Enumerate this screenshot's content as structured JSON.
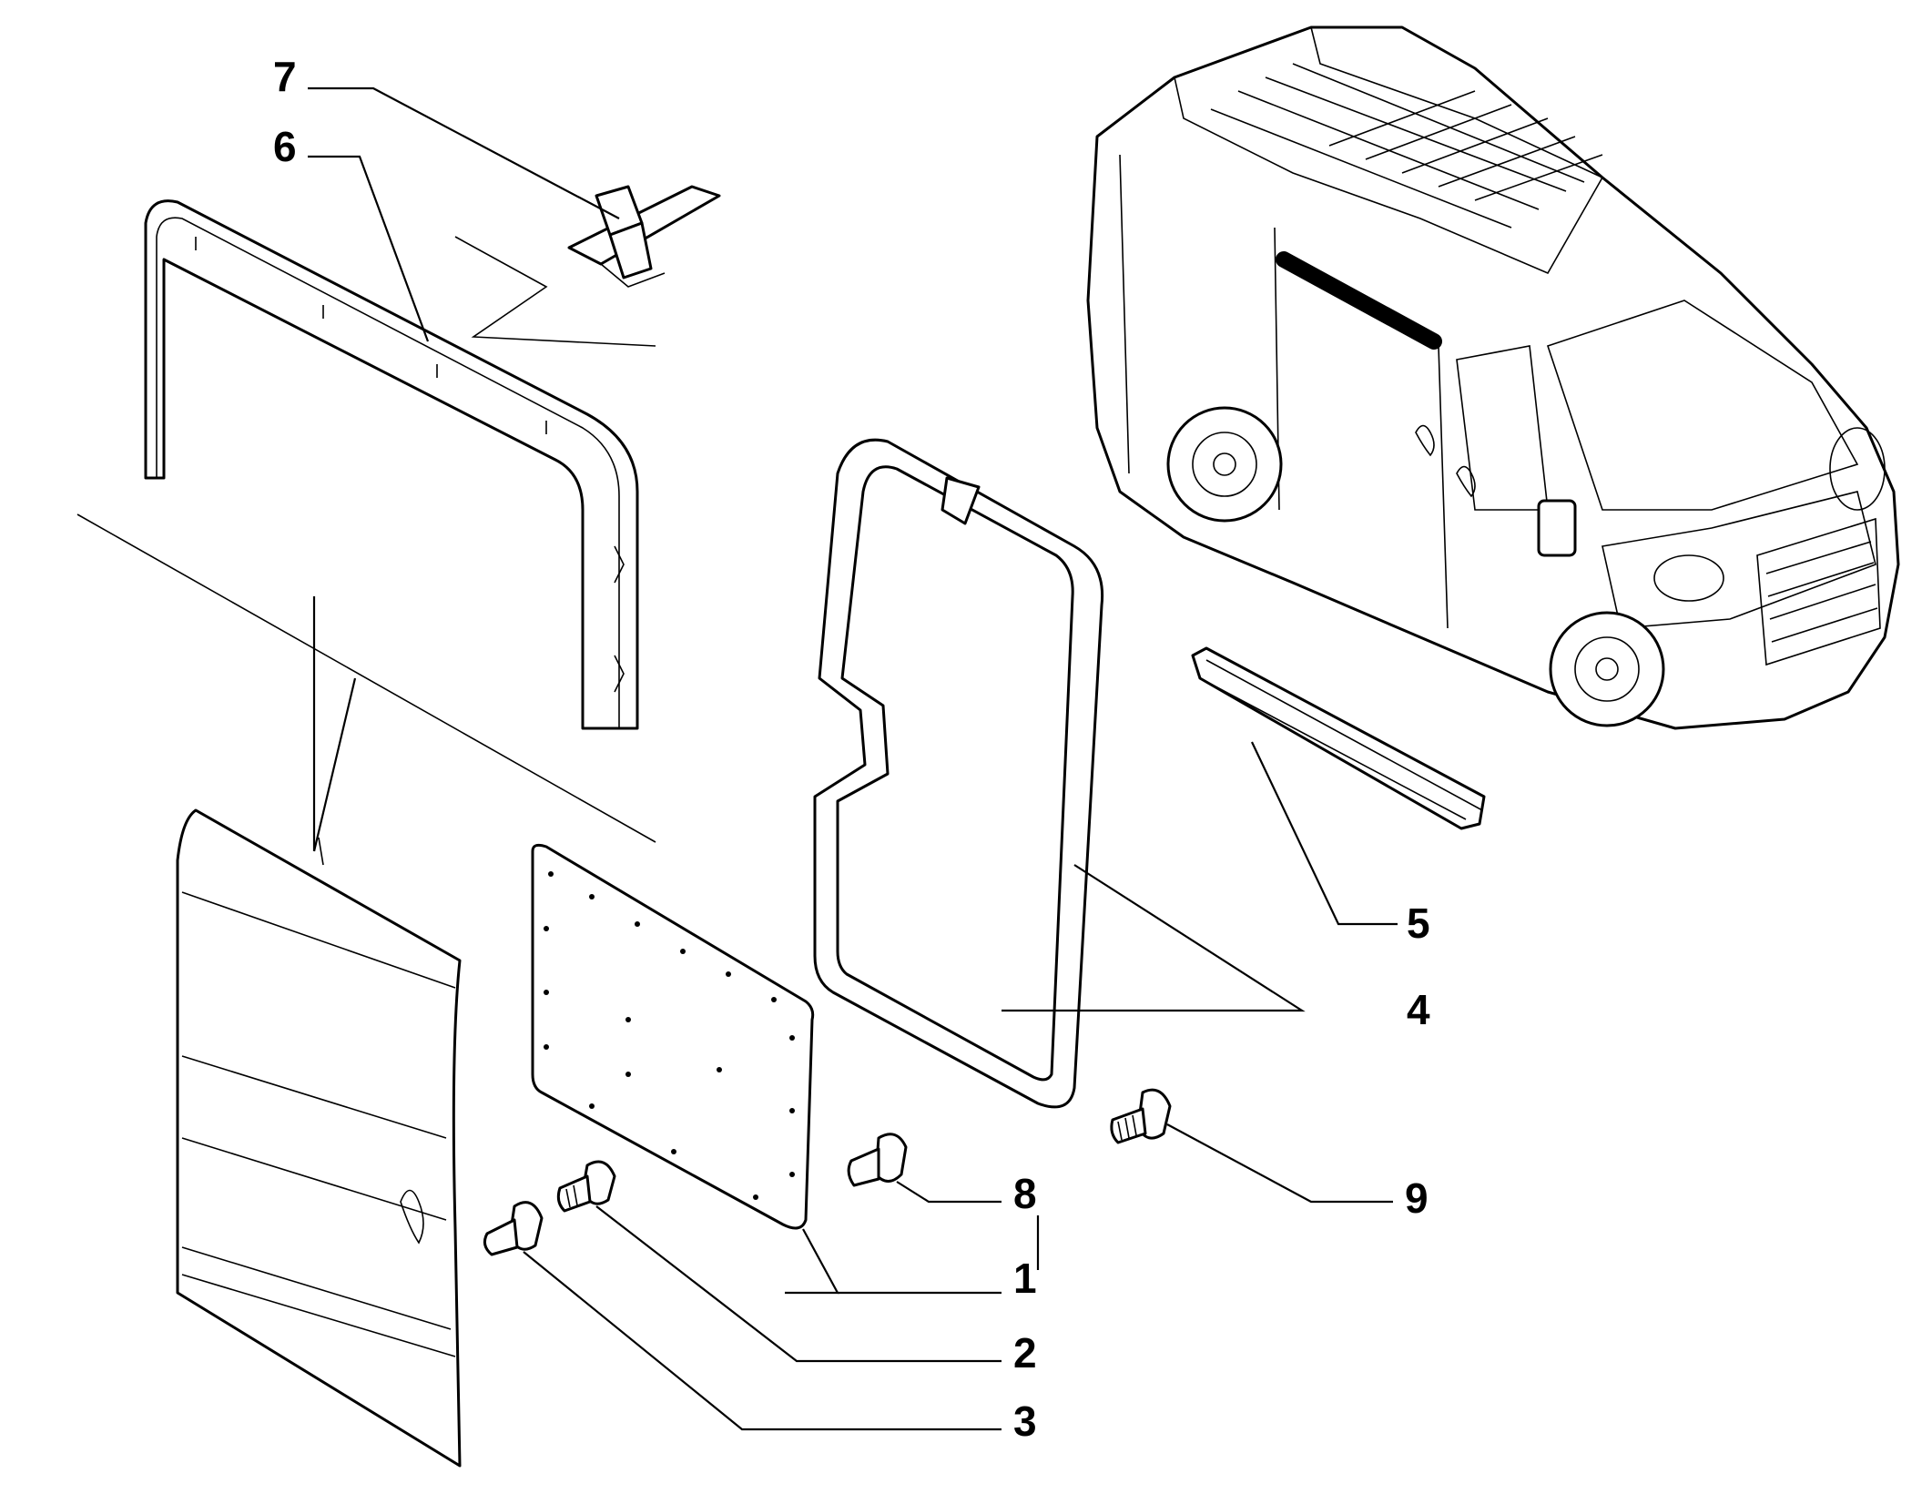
{
  "callouts": [
    {
      "id": "1",
      "label": "1"
    },
    {
      "id": "2",
      "label": "2"
    },
    {
      "id": "3",
      "label": "3"
    },
    {
      "id": "4",
      "label": "4"
    },
    {
      "id": "5",
      "label": "5"
    },
    {
      "id": "6",
      "label": "6"
    },
    {
      "id": "7",
      "label": "7"
    },
    {
      "id": "8",
      "label": "8"
    },
    {
      "id": "9",
      "label": "9"
    }
  ],
  "colors": {
    "line": "#000000",
    "background": "#ffffff",
    "highlight": "#000000"
  }
}
